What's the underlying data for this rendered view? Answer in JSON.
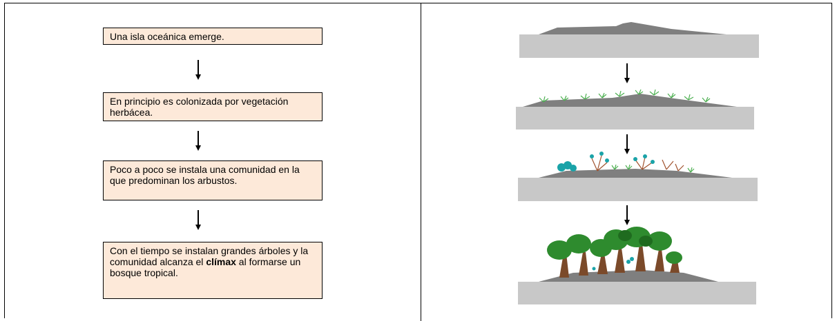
{
  "steps": [
    {
      "text": "Una isla oceánica emerge."
    },
    {
      "text": "En principio es colonizada por vegetación herbácea."
    },
    {
      "text": "Poco a poco se instala una comunidad en la que predominan los arbustos."
    },
    {
      "text_before": "Con el tiempo se instalan grandes árboles y la comunidad alcanza el ",
      "text_bold": "clímax",
      "text_after": " al formarse un bosque tropical."
    }
  ],
  "colors": {
    "box_fill": "#fde9d9",
    "sea": "#c8c8c8",
    "island": "#7f7f7f",
    "grass": "#4caf50",
    "shrub": "#1aa3a8",
    "tree_canopy": "#2e8b2e",
    "trunk": "#7b4a2a"
  }
}
